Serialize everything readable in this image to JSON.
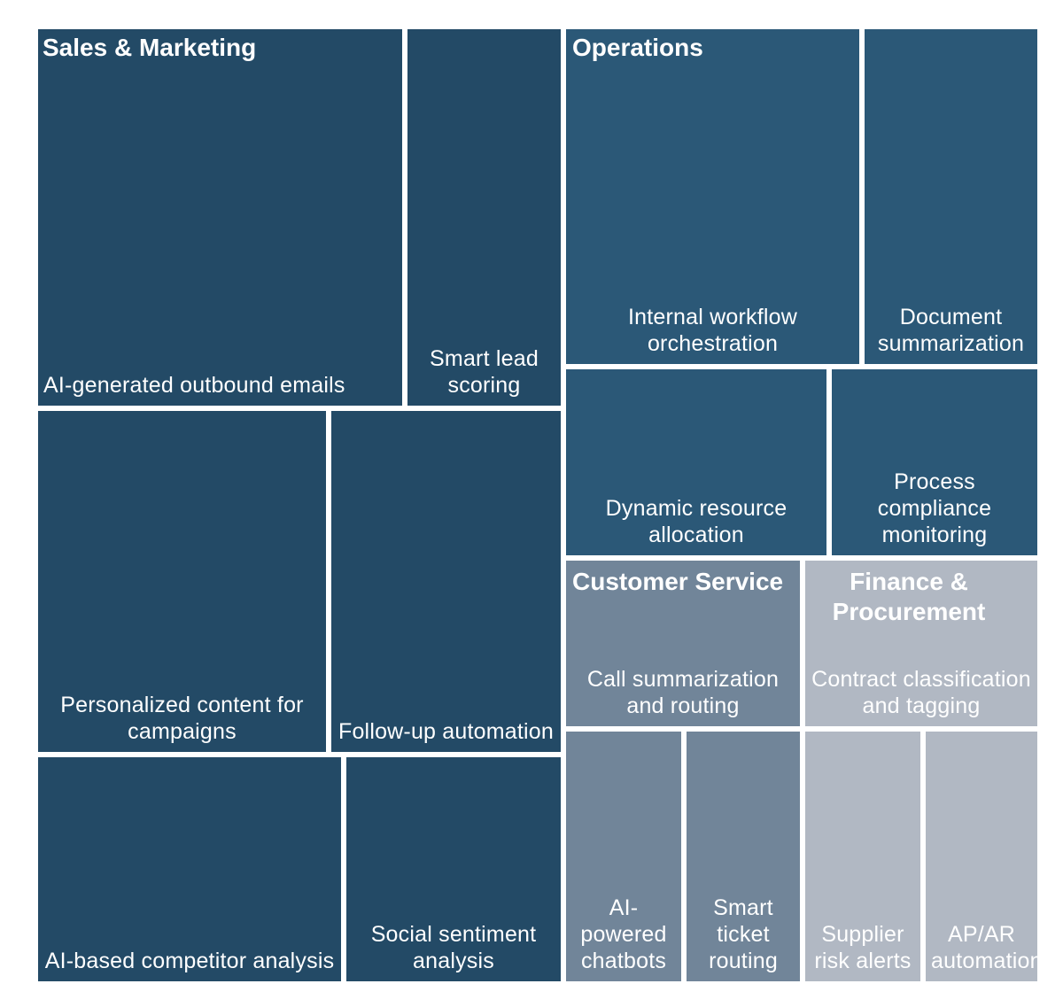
{
  "chart_data": {
    "type": "treemap",
    "groups": [
      {
        "name": "Sales & Marketing",
        "color": "#234a66",
        "items": [
          "AI-generated outbound emails",
          "Smart lead scoring",
          "Personalized content for campaigns",
          "Follow-up automation",
          "AI-based competitor analysis",
          "Social sentiment analysis"
        ]
      },
      {
        "name": "Operations",
        "color": "#2b5877",
        "items": [
          "Internal workflow orchestration",
          "Document summarization",
          "Dynamic resource allocation",
          "Process compliance monitoring"
        ]
      },
      {
        "name": "Customer Service",
        "color": "#718599",
        "items": [
          "Call summarization and routing",
          "AI-powered chatbots",
          "Smart ticket routing"
        ]
      },
      {
        "name": "Finance & Procurement",
        "color": "#b1b8c3",
        "items": [
          "Contract classification and tagging",
          "Supplier risk alerts",
          "AP/AR automation"
        ]
      }
    ]
  }
}
